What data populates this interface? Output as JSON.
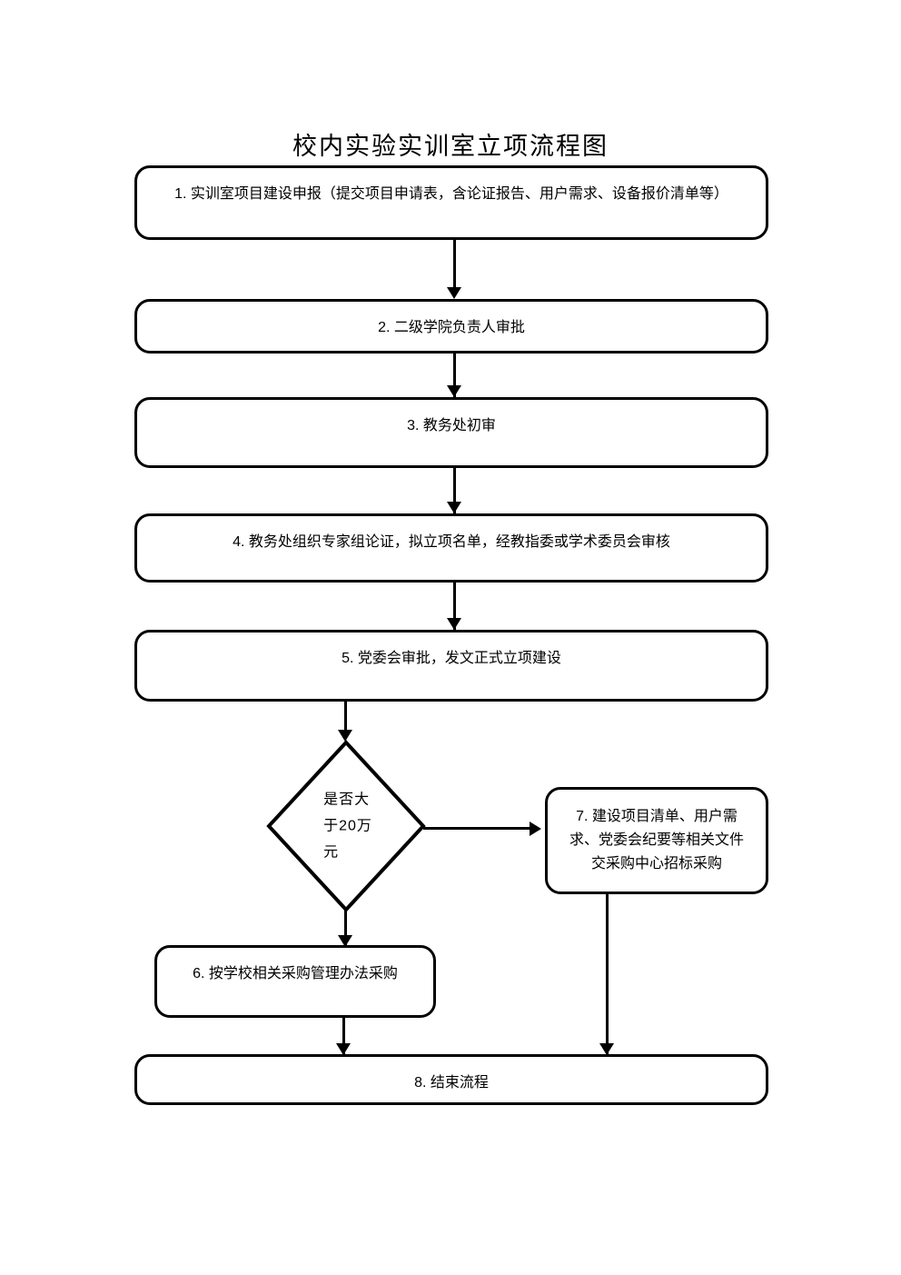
{
  "document": {
    "title": "校内实验实训室立项流程图"
  },
  "flowchart": {
    "type": "flowchart",
    "orientation": "top-to-bottom",
    "nodes": [
      {
        "id": "n1",
        "shape": "rounded-rectangle",
        "label": "1. 实训室项目建设申报（提交项目申请表，含论证报告、用户需求、设备报价清单等）"
      },
      {
        "id": "n2",
        "shape": "rounded-rectangle",
        "label": "2. 二级学院负责人审批"
      },
      {
        "id": "n3",
        "shape": "rounded-rectangle",
        "label": "3. 教务处初审"
      },
      {
        "id": "n4",
        "shape": "rounded-rectangle",
        "label": "4. 教务处组织专家组论证，拟立项名单，经教指委或学术委员会审核"
      },
      {
        "id": "n5",
        "shape": "rounded-rectangle",
        "label": "5. 党委会审批，发文正式立项建设"
      },
      {
        "id": "d1",
        "shape": "diamond",
        "label": "是否大\n于20万\n元"
      },
      {
        "id": "n7",
        "shape": "rounded-rectangle",
        "label": "7. 建设项目清单、用户需\n求、党委会纪要等相关文件\n交采购中心招标采购"
      },
      {
        "id": "n6",
        "shape": "rounded-rectangle",
        "label": "6. 按学校相关采购管理办法采购"
      },
      {
        "id": "n8",
        "shape": "rounded-rectangle",
        "label": "8. 结束流程"
      }
    ],
    "edges": [
      {
        "from": "n1",
        "to": "n2",
        "label": ""
      },
      {
        "from": "n2",
        "to": "n3",
        "label": ""
      },
      {
        "from": "n3",
        "to": "n4",
        "label": ""
      },
      {
        "from": "n4",
        "to": "n5",
        "label": ""
      },
      {
        "from": "n5",
        "to": "d1",
        "label": ""
      },
      {
        "from": "d1",
        "to": "n7",
        "label": ""
      },
      {
        "from": "d1",
        "to": "n6",
        "label": ""
      },
      {
        "from": "n6",
        "to": "n8",
        "label": ""
      },
      {
        "from": "n7",
        "to": "n8",
        "label": ""
      }
    ],
    "colors": {
      "stroke": "#000000",
      "fill": "#ffffff",
      "text": "#000000"
    }
  }
}
